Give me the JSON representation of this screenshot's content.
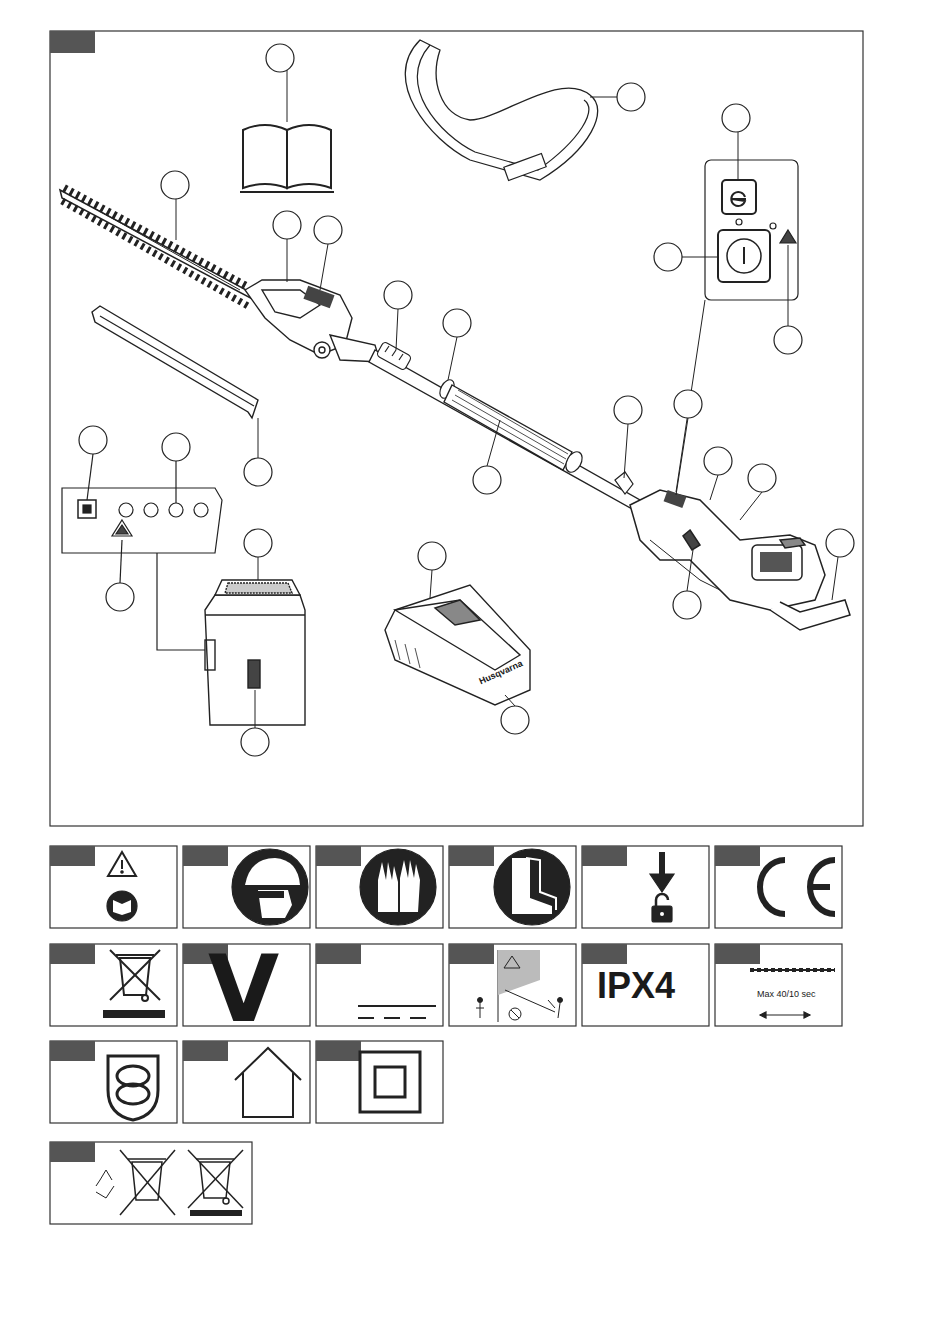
{
  "diagram": {
    "labels": [
      "V",
      "IPX4",
      "Max 40/10 sec",
      "Husqvarna"
    ]
  }
}
